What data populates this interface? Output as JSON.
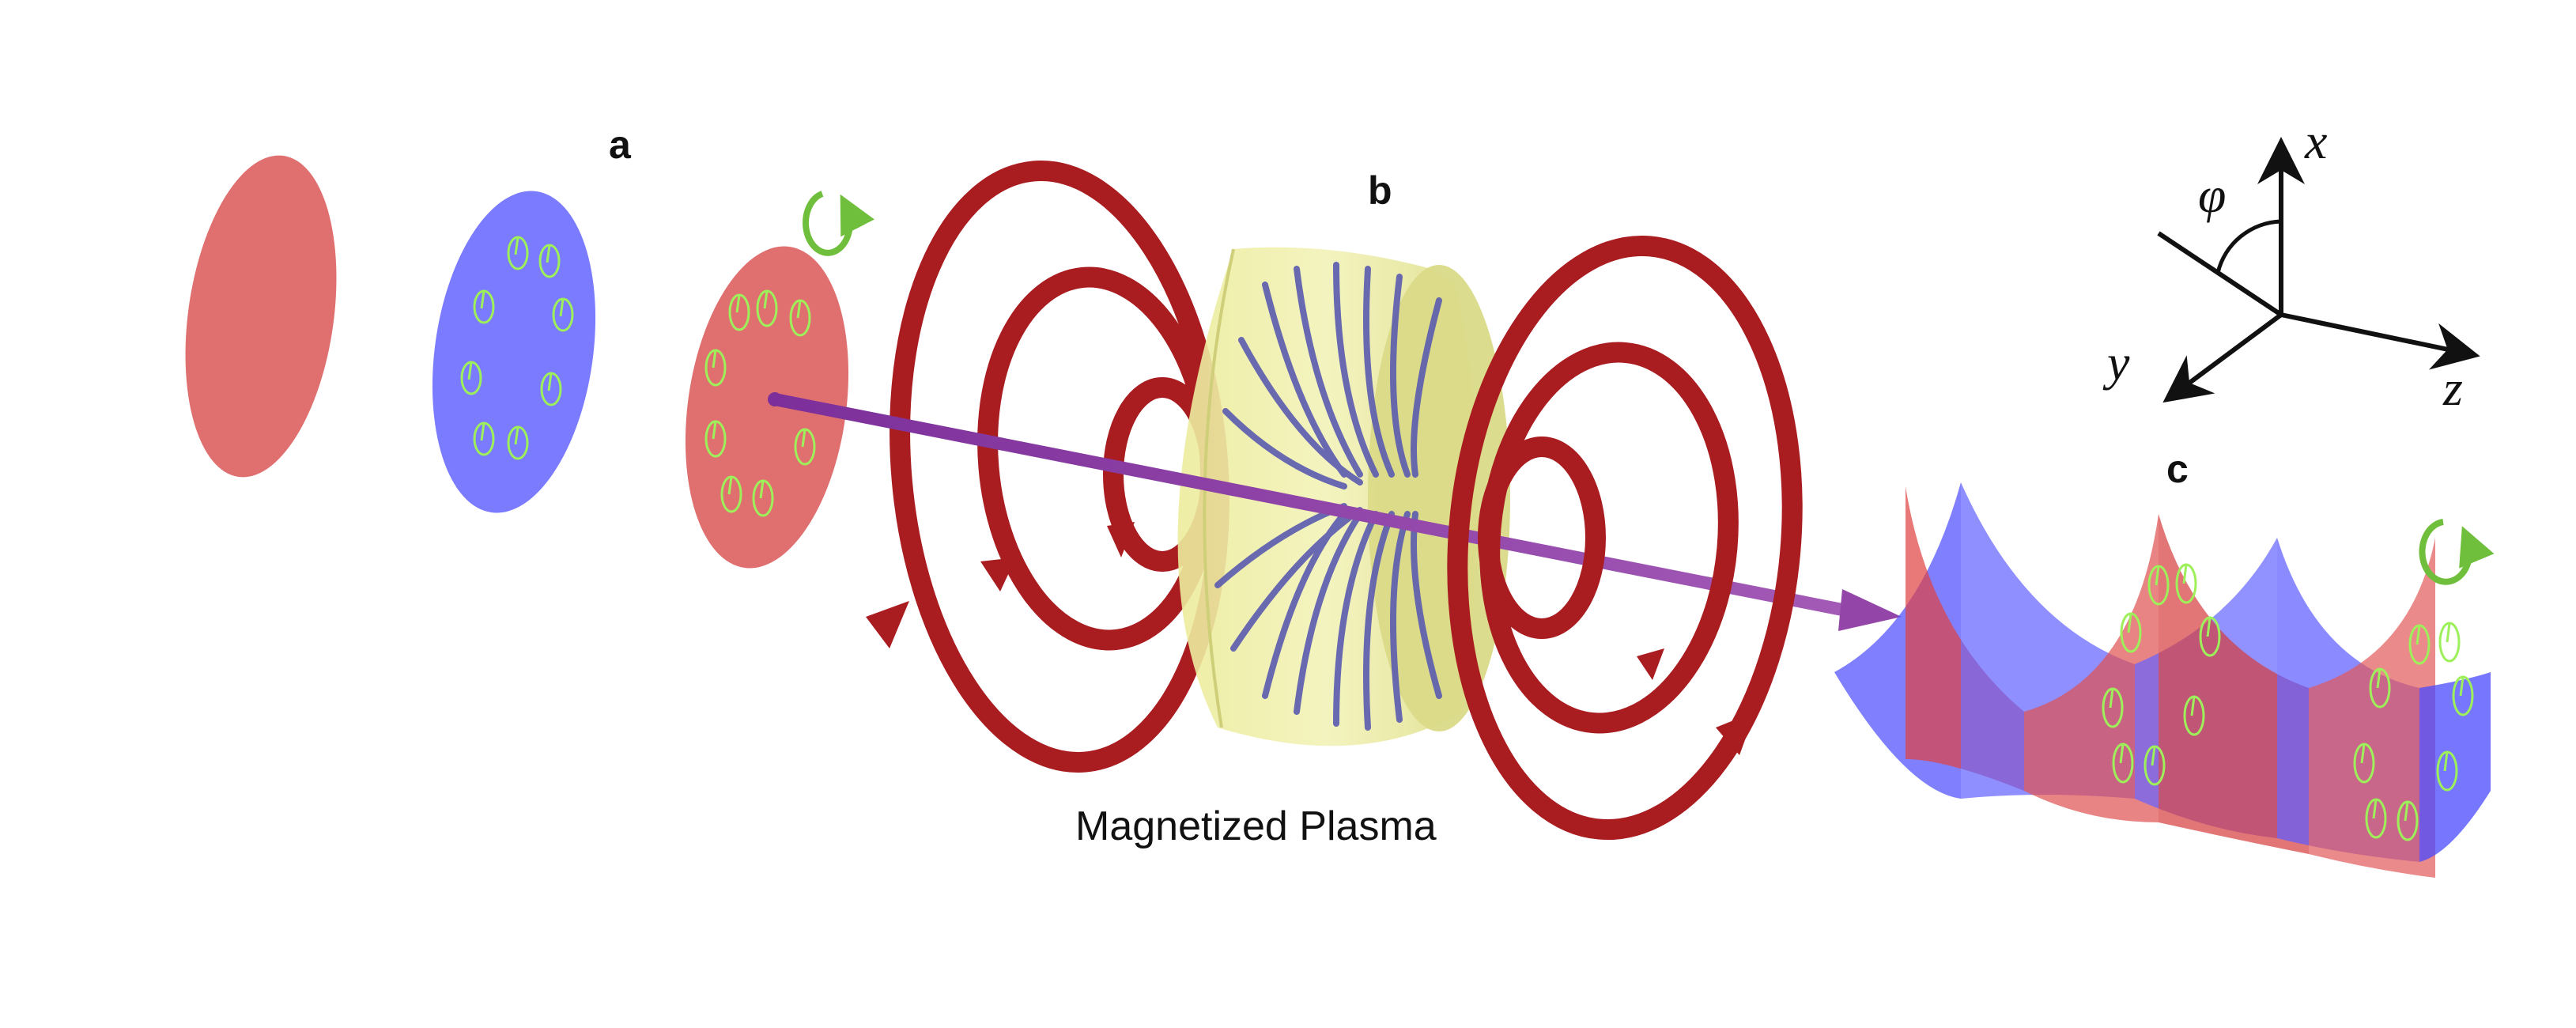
{
  "labels": {
    "panel_a": "a",
    "panel_b": "b",
    "panel_c": "c",
    "plasma": "Magnetized Plasma"
  },
  "axes": {
    "x": "x",
    "y": "y",
    "z": "z",
    "phi": "φ"
  },
  "colors": {
    "red_disk": "#e06a6a",
    "blue_disk": "#7b7bff",
    "polarization_green": "#8ee64a",
    "rotation_arrow": "#6fbe3c",
    "field_loop": "#b51f23",
    "beam_arrow": "#8a3aa0",
    "plasma_cylinder": "#e6e6a0",
    "field_lines": "#5a5aaa"
  },
  "icons": [
    "rotation-arrow-icon",
    "polarization-marker-icon",
    "coordinate-axes-icon"
  ]
}
